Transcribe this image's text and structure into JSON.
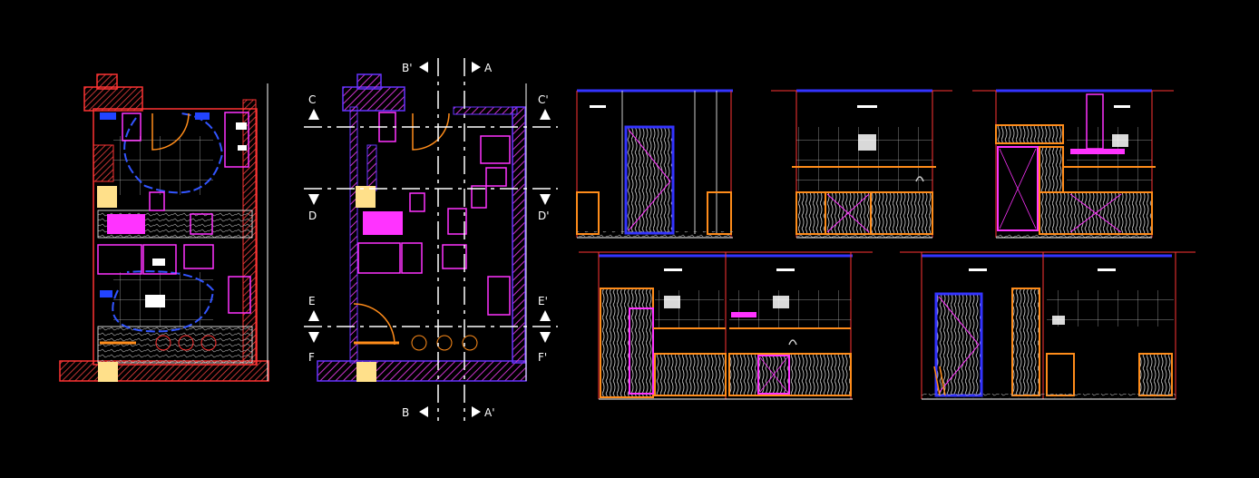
{
  "drawing": {
    "section_markers": [
      {
        "id": "B'",
        "text": "B'"
      },
      {
        "id": "A",
        "text": "A"
      },
      {
        "id": "C",
        "text": "C"
      },
      {
        "id": "C'",
        "text": "C'"
      },
      {
        "id": "D",
        "text": "D"
      },
      {
        "id": "D'",
        "text": "D'"
      },
      {
        "id": "E",
        "text": "E"
      },
      {
        "id": "E'",
        "text": "E'"
      },
      {
        "id": "F",
        "text": "F"
      },
      {
        "id": "F'",
        "text": "F'"
      },
      {
        "id": "B",
        "text": "B"
      },
      {
        "id": "A'",
        "text": "A'"
      }
    ],
    "colors": {
      "background": "#000000",
      "wall_hatch": "#cc33cc",
      "wall_line": "#3333ff",
      "furniture": "#ff33ff",
      "door": "#ff8c1a",
      "tile_grid": "#ffffff",
      "red_line": "#ff3333",
      "hatch_fill": "#9933cc",
      "accent": "#ffe08a"
    },
    "views": [
      "plan-furnished",
      "plan-sections",
      "elevation-A",
      "elevation-B",
      "elevation-C",
      "elevation-D-E",
      "elevation-F"
    ]
  }
}
